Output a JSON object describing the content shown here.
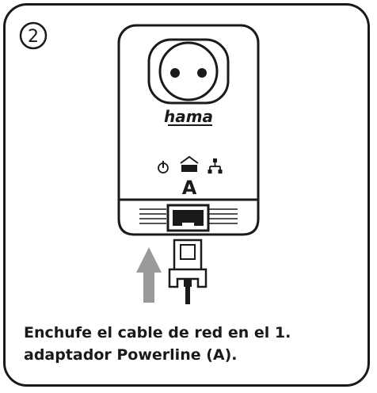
{
  "step": {
    "number": "2"
  },
  "device": {
    "brand": "hama",
    "port_label": "A",
    "indicators": [
      "power-icon",
      "powerline-icon",
      "network-icon"
    ]
  },
  "caption": {
    "line1": "Enchufe el cable de red en el 1.",
    "line2": "adaptador Powerline (A)."
  },
  "colors": {
    "outline": "#1a1a1a",
    "arrow": "#999999",
    "background": "#ffffff"
  }
}
